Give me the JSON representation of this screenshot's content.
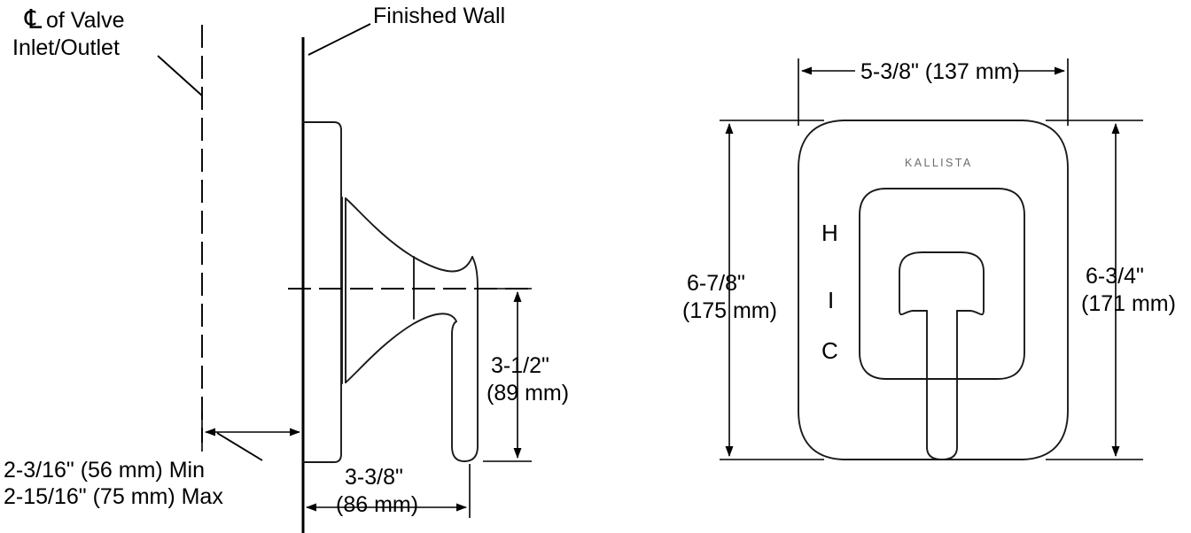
{
  "drawing": {
    "title": "Kallista valve trim installation dimension drawing",
    "brand": "KALLISTA",
    "line_color": "#000000",
    "brand_color": "#6b6b6b",
    "background": "#ffffff"
  },
  "labels": {
    "centerline_symbol": "℄",
    "centerline_line1": "of Valve",
    "centerline_line2": "Inlet/Outlet",
    "finished_wall": "Finished Wall",
    "hot_mark": "H",
    "tick_mark": "I",
    "cold_mark": "C"
  },
  "dimensions": {
    "projection_min": "2-3/16\" (56 mm) Min",
    "projection_max": "2-15/16\" (75 mm) Max",
    "handle_depth_in": "3-3/8\"",
    "handle_depth_mm": "(86 mm)",
    "handle_drop_in": "3-1/2\"",
    "handle_drop_mm": "(89 mm)",
    "plate_width": "5-3/8\" (137 mm)",
    "plate_height_left_in": "6-7/8\"",
    "plate_height_left_mm": "(175 mm)",
    "plate_height_right_in": "6-3/4\"",
    "plate_height_right_mm": "(171 mm)"
  }
}
